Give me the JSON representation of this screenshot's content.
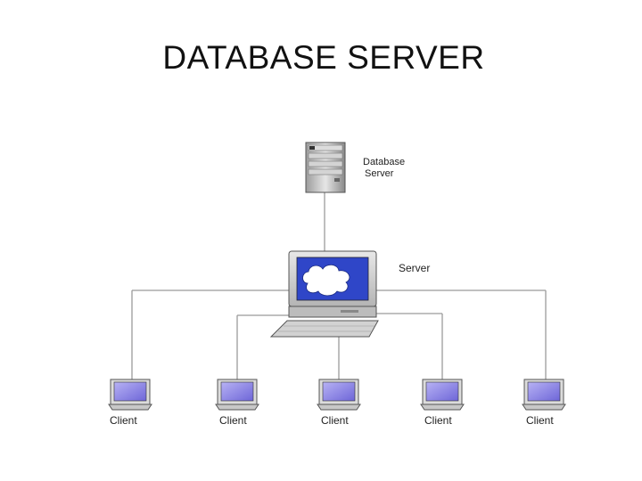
{
  "slide": {
    "title": "DATABASE SERVER"
  },
  "diagram": {
    "database_server": {
      "label_line1": "Database",
      "label_line2": "Server",
      "icon": "database-server-tower-icon"
    },
    "server": {
      "label": "Server",
      "icon": "server-computer-icon"
    },
    "clients": [
      {
        "label": "Client",
        "icon": "client-laptop-icon"
      },
      {
        "label": "Client",
        "icon": "client-laptop-icon"
      },
      {
        "label": "Client",
        "icon": "client-laptop-icon"
      },
      {
        "label": "Client",
        "icon": "client-laptop-icon"
      },
      {
        "label": "Client",
        "icon": "client-laptop-icon"
      }
    ],
    "colors": {
      "screen_blue": "#2f46c8",
      "laptop_screen": "#8f88e8",
      "cloud": "#ffffff",
      "line": "#9a9a9a",
      "device_gray": "#c8c8c8"
    }
  }
}
